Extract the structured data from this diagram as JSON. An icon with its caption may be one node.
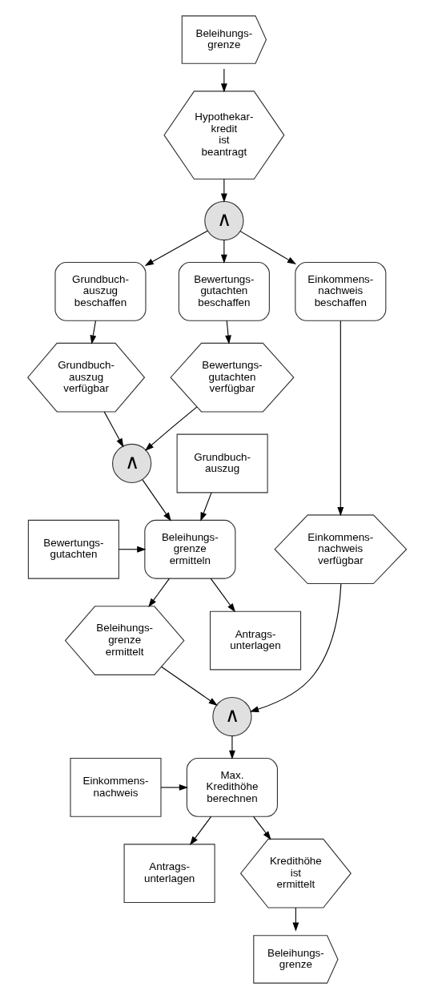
{
  "diagram": {
    "nodes": [
      {
        "text": [
          "Beleihungs- grenze"
        ]
      },
      {
        "text": [
          "Hypothekar- kredit ist beantragt"
        ]
      },
      {
        "text": [
          "∧"
        ]
      },
      {
        "text": [
          "Grundbuch- auszug beschaffen"
        ]
      },
      {
        "text": [
          "Bewertungs- gutachten beschaffen"
        ]
      },
      {
        "text": [
          "Einkommens- nachweis beschaffen"
        ]
      },
      {
        "text": [
          "Grundbuch- auszug verfügbar"
        ]
      },
      {
        "text": [
          "Bewertungs- gutachten verfügbar"
        ]
      },
      {
        "text": [
          "Einkommens- nachweis verfügbar"
        ]
      },
      {
        "text": [
          "∧"
        ]
      },
      {
        "text": [
          "Grundbuch- auszug"
        ]
      },
      {
        "text": [
          "Beleihungs- grenze ermitteln"
        ]
      },
      {
        "text": [
          "Bewertungs- gutachten"
        ]
      },
      {
        "text": [
          "Antrags- unterlagen"
        ]
      },
      {
        "text": [
          "Beleihungs- grenze ermittelt"
        ]
      },
      {
        "text": [
          "∧"
        ]
      },
      {
        "text": [
          "Einkommens- nachweis"
        ]
      },
      {
        "text": [
          "Max. Kredithöhe berechnen"
        ]
      },
      {
        "text": [
          "Antrags- unterlagen"
        ]
      },
      {
        "text": [
          "Kredithöhe ist ermittelt"
        ]
      },
      {
        "text": [
          "Beleihungs- grenze"
        ]
      }
    ],
    "edges": [
      {
        "from": 0,
        "to": 1,
        "arrow": "to"
      },
      {
        "from": 1,
        "to": 2,
        "arrow": "to"
      },
      {
        "from": 2,
        "to": 3,
        "arrow": "to"
      },
      {
        "from": 2,
        "to": 4,
        "arrow": "to"
      },
      {
        "from": 2,
        "to": 5,
        "arrow": "to"
      },
      {
        "from": 3,
        "to": 6,
        "arrow": "to"
      },
      {
        "from": 4,
        "to": 7,
        "arrow": "to"
      },
      {
        "from": 5,
        "to": 8,
        "arrow": "to"
      },
      {
        "from": 6,
        "to": 9,
        "arrow": "to"
      },
      {
        "from": 7,
        "to": 9,
        "arrow": "to"
      },
      {
        "from": 9,
        "to": 11,
        "arrow": "to"
      },
      {
        "from": 10,
        "to": 11,
        "arrow": "to"
      },
      {
        "from": 12,
        "to": 11,
        "arrow": "to"
      },
      {
        "from": 11,
        "to": 13,
        "arrow": "to"
      },
      {
        "from": 11,
        "to": 14,
        "arrow": "to"
      },
      {
        "from": 14,
        "to": 15,
        "arrow": "to"
      },
      {
        "from": 8,
        "to": 15,
        "arrow": "to"
      },
      {
        "from": 15,
        "to": 17,
        "arrow": "to"
      },
      {
        "from": 16,
        "to": 17,
        "arrow": "to"
      },
      {
        "from": 17,
        "to": 18,
        "arrow": "to"
      },
      {
        "from": 17,
        "to": 19,
        "arrow": "to"
      },
      {
        "from": 19,
        "to": 20,
        "arrow": "to"
      }
    ]
  }
}
